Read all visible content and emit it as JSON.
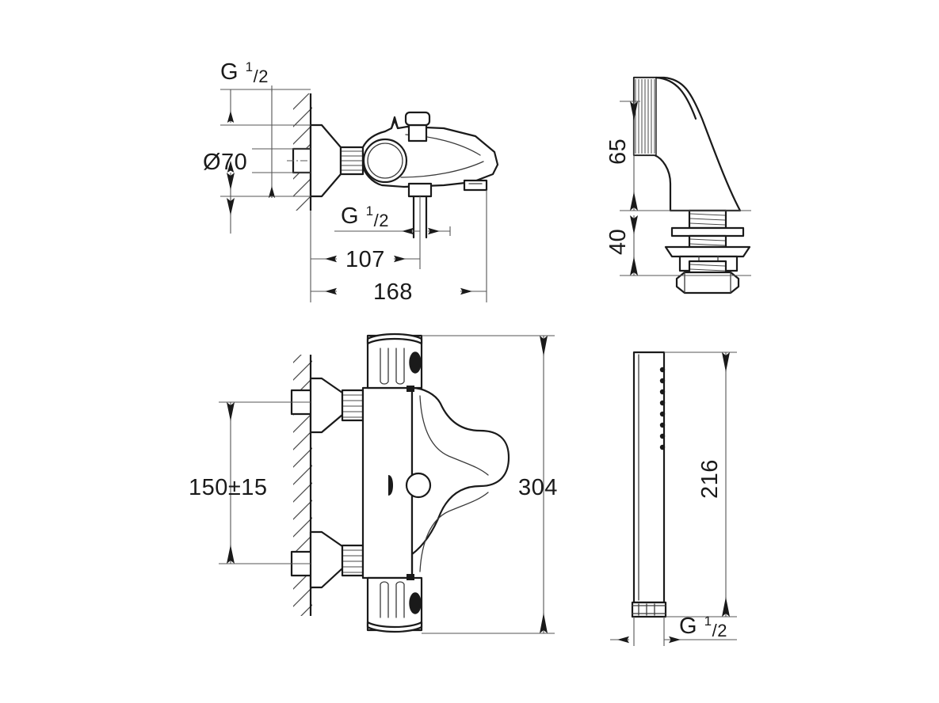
{
  "drawing": {
    "title": "Bath and shower mixer technical dimension drawing",
    "units": "mm",
    "line_color": "#1a1a1a",
    "dim_color": "#555555",
    "background": "#ffffff"
  },
  "views": {
    "top_left": {
      "name": "bath-spout-side-view",
      "dimensions": {
        "thread_top": {
          "label_g": "G",
          "numerator": "1",
          "denominator": "2"
        },
        "diameter": {
          "label": "Ø70"
        },
        "thread_bottom": {
          "label_g": "G",
          "numerator": "1",
          "denominator": "2"
        },
        "projection_mid": {
          "label": "107"
        },
        "projection_total": {
          "label": "168"
        }
      }
    },
    "top_right": {
      "name": "shower-head-side-view",
      "dimensions": {
        "head_height": {
          "label": "65"
        },
        "stem_height": {
          "label": "40"
        }
      }
    },
    "bottom_left": {
      "name": "thermostatic-mixer-front-view",
      "dimensions": {
        "inlet_spacing": {
          "label": "150±15"
        },
        "overall_height": {
          "label": "304"
        }
      }
    },
    "bottom_right": {
      "name": "hand-shower-side-view",
      "dimensions": {
        "length": {
          "label": "216"
        },
        "connection": {
          "label_g": "G",
          "numerator": "1",
          "denominator": "2"
        }
      }
    }
  },
  "labels": [
    {
      "id": "g-half-top",
      "text": "G 1/2"
    },
    {
      "id": "dia-70",
      "text": "Ø70"
    },
    {
      "id": "g-half-mid",
      "text": "G 1/2"
    },
    {
      "id": "d-107",
      "text": "107"
    },
    {
      "id": "d-168",
      "text": "168"
    },
    {
      "id": "d-65",
      "text": "65"
    },
    {
      "id": "d-40",
      "text": "40"
    },
    {
      "id": "d-150pm15",
      "text": "150±15"
    },
    {
      "id": "d-304",
      "text": "304"
    },
    {
      "id": "d-216",
      "text": "216"
    },
    {
      "id": "g-half-bottom",
      "text": "G 1/2"
    }
  ]
}
